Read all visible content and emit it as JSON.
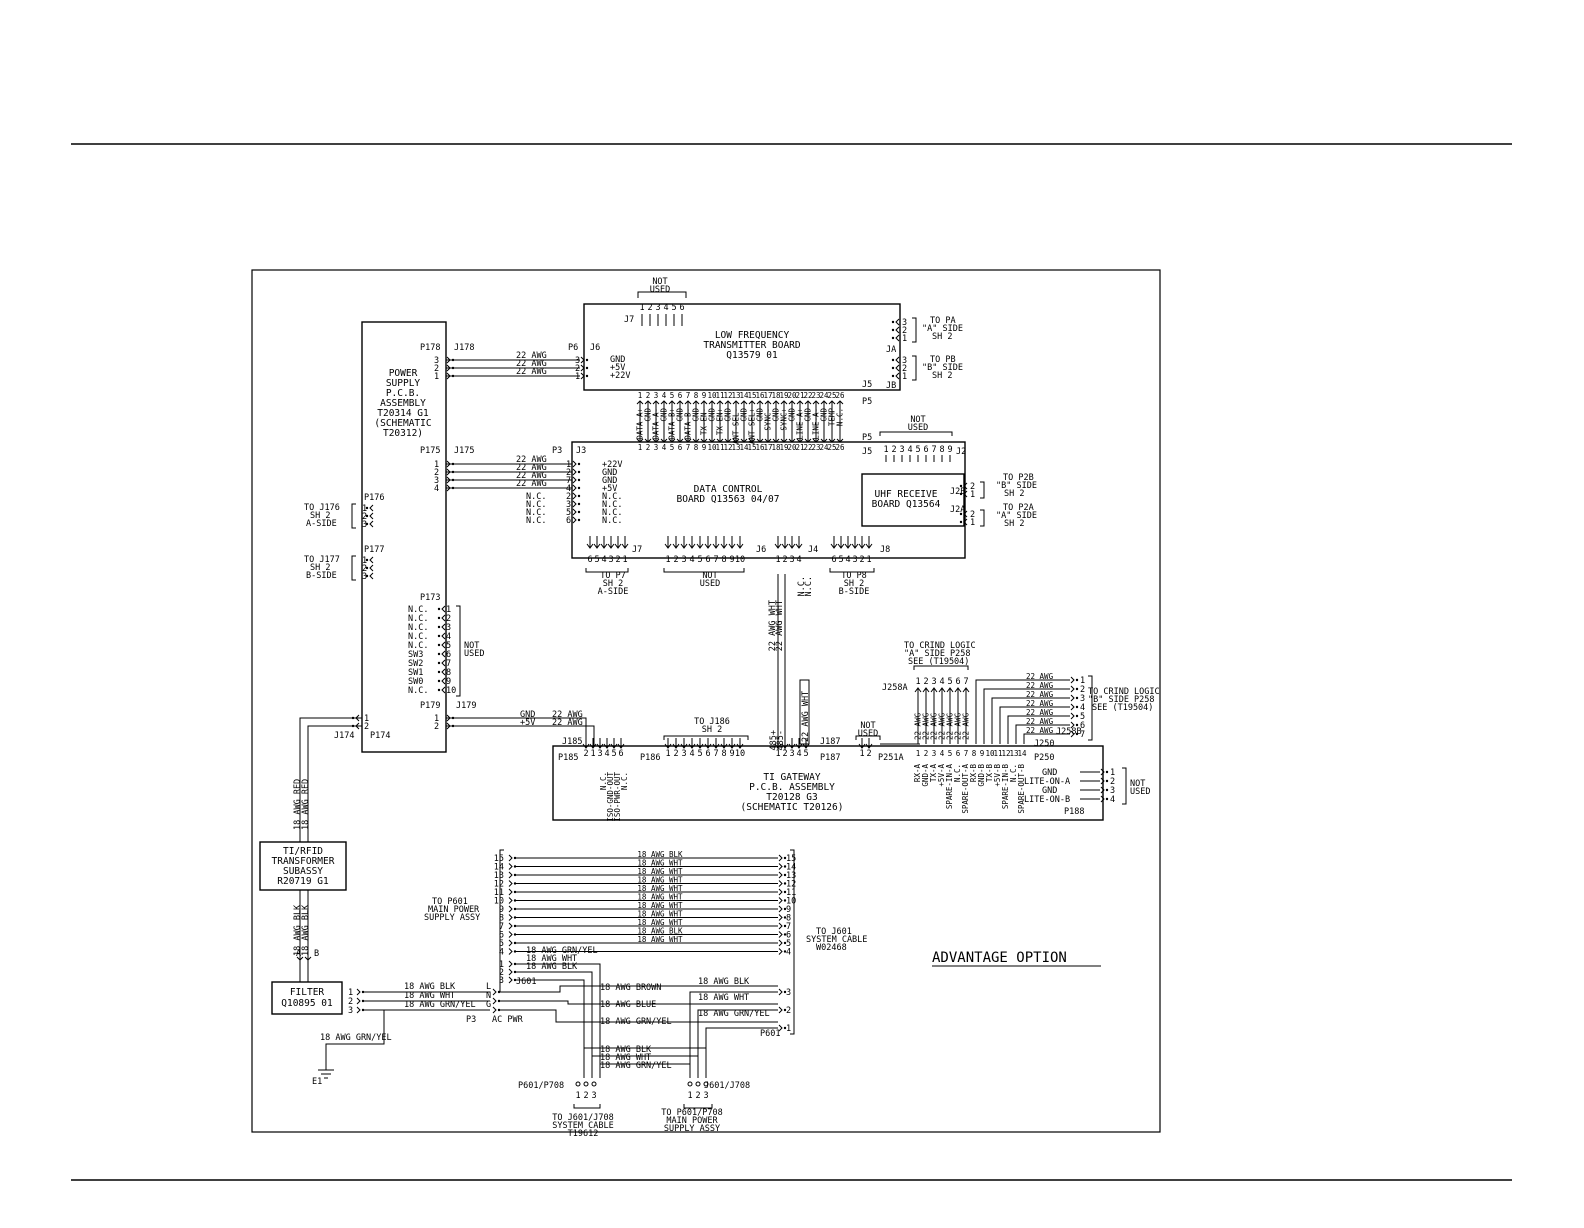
{
  "title": "ADVANTAGE OPTION",
  "boards": {
    "lf": [
      "LOW FREQUENCY",
      "TRANSMITTER BOARD",
      "Q13579 01"
    ],
    "dc": [
      "DATA CONTROL",
      "BOARD Q13563 04/07"
    ],
    "uhf": [
      "UHF RECEIVE",
      "BOARD Q13564"
    ],
    "ps": [
      "POWER",
      "SUPPLY",
      "P.C.B.",
      "ASSEMBLY",
      "T20314 G1",
      "(SCHEMATIC",
      "T20312)"
    ],
    "tig": [
      "TI GATEWAY",
      "P.C.B. ASSEMBLY",
      "T20128 G3",
      "(SCHEMATIC T20126)"
    ],
    "transformer": [
      "TI/RFID",
      "TRANSFORMER",
      "SUBASSY",
      "R20719 G1"
    ],
    "filter": [
      "FILTER",
      "Q10895 01"
    ]
  },
  "labels": {
    "not_used": [
      "NOT",
      "USED"
    ],
    "to_pa": [
      "TO PA",
      "\"A\" SIDE",
      "SH 2"
    ],
    "to_pb": [
      "TO PB",
      "\"B\" SIDE",
      "SH 2"
    ],
    "to_p2b": [
      "TO P2B",
      "\"B\" SIDE",
      "SH 2"
    ],
    "to_p2a": [
      "TO P2A",
      "\"A\" SIDE",
      "SH 2"
    ],
    "to_p7": [
      "TO P7",
      "SH 2",
      "A-SIDE"
    ],
    "to_p8": [
      "TO P8",
      "SH 2",
      "B-SIDE"
    ],
    "to_j176": [
      "TO J176",
      "SH 2",
      "A-SIDE"
    ],
    "to_j177": [
      "TO J177",
      "SH 2",
      "B-SIDE"
    ],
    "to_j186": [
      "TO J186",
      "SH 2"
    ],
    "crind_a": [
      "TO CRIND LOGIC",
      "\"A\" SIDE P258",
      "SEE (T19504)"
    ],
    "crind_b": [
      "TO CRIND LOGIC",
      "\"B\" SIDE P258",
      "SEE (T19504)"
    ],
    "to_p601": [
      "TO P601",
      "MAIN POWER",
      "SUPPLY ASSY"
    ],
    "to_j601": [
      "TO J601",
      "SYSTEM CABLE",
      "W02468"
    ],
    "to_j601_j708": [
      "TO J601/J708",
      "SYSTEM CABLE",
      "T19612"
    ],
    "to_p601_p708": [
      "TO P601/P708",
      "MAIN POWER",
      "SUPPLY ASSY"
    ],
    "ac_pwr": "AC PWR",
    "e1": "E1"
  },
  "connectors": {
    "p178": "P178",
    "j178": "J178",
    "p6": "P6",
    "j6": "J6",
    "j7": "J7",
    "ja": "JA",
    "jb": "JB",
    "j5": "J5",
    "p5": "P5",
    "p3": "P3",
    "j3": "J3",
    "j2": "J2",
    "j2b": "J2B",
    "j2a": "J2A",
    "p175": "P175",
    "j175": "J175",
    "p176": "P176",
    "p177": "P177",
    "p173": "P173",
    "p179": "P179",
    "j179": "J179",
    "j174": "J174",
    "p174": "P174",
    "j4": "J4",
    "j8": "J8",
    "j185": "J185",
    "p185": "P185",
    "p186": "P186",
    "j187": "J187",
    "p187": "P187",
    "p251a": "P251A",
    "j258a": "J258A",
    "j258b": "J258B",
    "j250": "J250",
    "p250": "P250",
    "p188": "P188",
    "j601": "J601",
    "p601": "P601",
    "p601_p708": "P601/P708",
    "j601_j708": "J601/J708"
  },
  "wire_labels": {
    "awg22": "22 AWG",
    "awg22_wht": "22 AWG WHT",
    "awg18_red": "18 AWG RED",
    "awg18_blk": "18 AWG BLK",
    "awg18_wht": "18 AWG WHT",
    "awg18_grnyel": "18 AWG GRN/YEL",
    "awg18_brown": "18 AWG BROWN",
    "awg18_blue": "18 AWG BLUE"
  },
  "signals": {
    "j6": [
      "GND",
      "+5V",
      "+22V"
    ],
    "j3": [
      "+22V",
      "GND",
      "GND",
      "+5V",
      "N.C.",
      "N.C.",
      "N.C.",
      "N.C."
    ],
    "p3_nc": [
      "N.C.",
      "N.C.",
      "N.C.",
      "N.C."
    ],
    "p173": [
      "N.C.",
      "N.C.",
      "N.C.",
      "N.C.",
      "N.C.",
      "SW3",
      "SW2",
      "SW1",
      "SW0",
      "N.C."
    ],
    "j179": [
      "GND",
      "+5V"
    ],
    "j4": [
      "485+",
      "485-",
      "N.C.",
      "N.C."
    ],
    "p185": [
      "N.C.",
      "ISO-GND-OUT",
      "ISO-PWR-OUT",
      "N.C."
    ],
    "p250": [
      "RX-A",
      "GND-A",
      "TX-A",
      "+5V-A",
      "SPARE-IN-A",
      "N.C.",
      "SPARE-OUT-A",
      "RX-B",
      "GND-B",
      "TX-B",
      "+5V-B",
      "SPARE-IN-B",
      "N.C.",
      "SPARE-OUT-B"
    ],
    "p188": [
      "GND",
      "LITE-ON-A",
      "GND",
      "LITE-ON-B"
    ],
    "p5": [
      "DATA-A+",
      "GND",
      "DATA-A-",
      "GND",
      "DATA-B+",
      "GND",
      "DATA-B-",
      "GND",
      "TX-EN-",
      "GND",
      "TX-EN+",
      "GND",
      "ANT-SEL-",
      "GND",
      "ANT-SEL+",
      "GND",
      "SYNC-",
      "GND",
      "SYNC+",
      "GND",
      "LINE-A+",
      "GND",
      "LINE-A-",
      "GND",
      "TEMP",
      "N.C."
    ],
    "ac": [
      "L",
      "N",
      "G"
    ]
  },
  "p601_wires": [
    "18 AWG BLK",
    "18 AWG WHT",
    "18 AWG WHT",
    "18 AWG WHT",
    "18 AWG WHT",
    "18 AWG WHT",
    "18 AWG WHT",
    "18 AWG WHT",
    "18 AWG WHT",
    "18 AWG BLK",
    "18 AWG WHT"
  ]
}
